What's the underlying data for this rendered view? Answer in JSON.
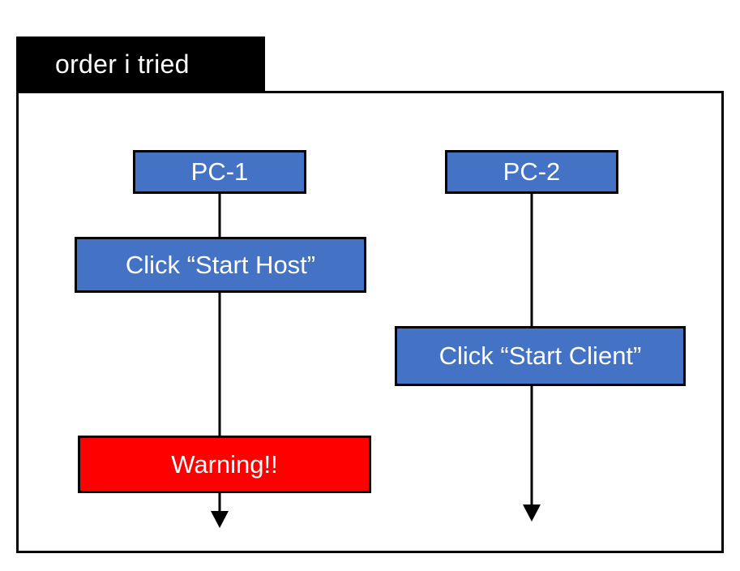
{
  "title_bar": {
    "label": "order i tried"
  },
  "diagram": {
    "nodes": [
      {
        "id": "pc-1",
        "label": "PC-1",
        "color": "#4472C4",
        "text_color": "#FFFFFF"
      },
      {
        "id": "pc-2",
        "label": "PC-2",
        "color": "#4472C4",
        "text_color": "#FFFFFF"
      },
      {
        "id": "start-host",
        "label": "Click “Start Host”",
        "color": "#4472C4",
        "text_color": "#FFFFFF"
      },
      {
        "id": "start-client",
        "label": "Click “Start Client”",
        "color": "#4472C4",
        "text_color": "#FFFFFF"
      },
      {
        "id": "warning",
        "label": "Warning!!",
        "color": "#FF0000",
        "text_color": "#FFFFFF"
      }
    ],
    "connectors": [
      {
        "id": "flow-pc1",
        "from": "pc-1",
        "to": "arrow-end-left",
        "style": "solid-line-with-arrowhead",
        "color": "#000000"
      },
      {
        "id": "flow-pc2",
        "from": "pc-2",
        "to": "arrow-end-right",
        "style": "solid-line-with-arrowhead",
        "color": "#000000"
      }
    ],
    "frame_color": "#000000",
    "background": "#FFFFFF"
  }
}
